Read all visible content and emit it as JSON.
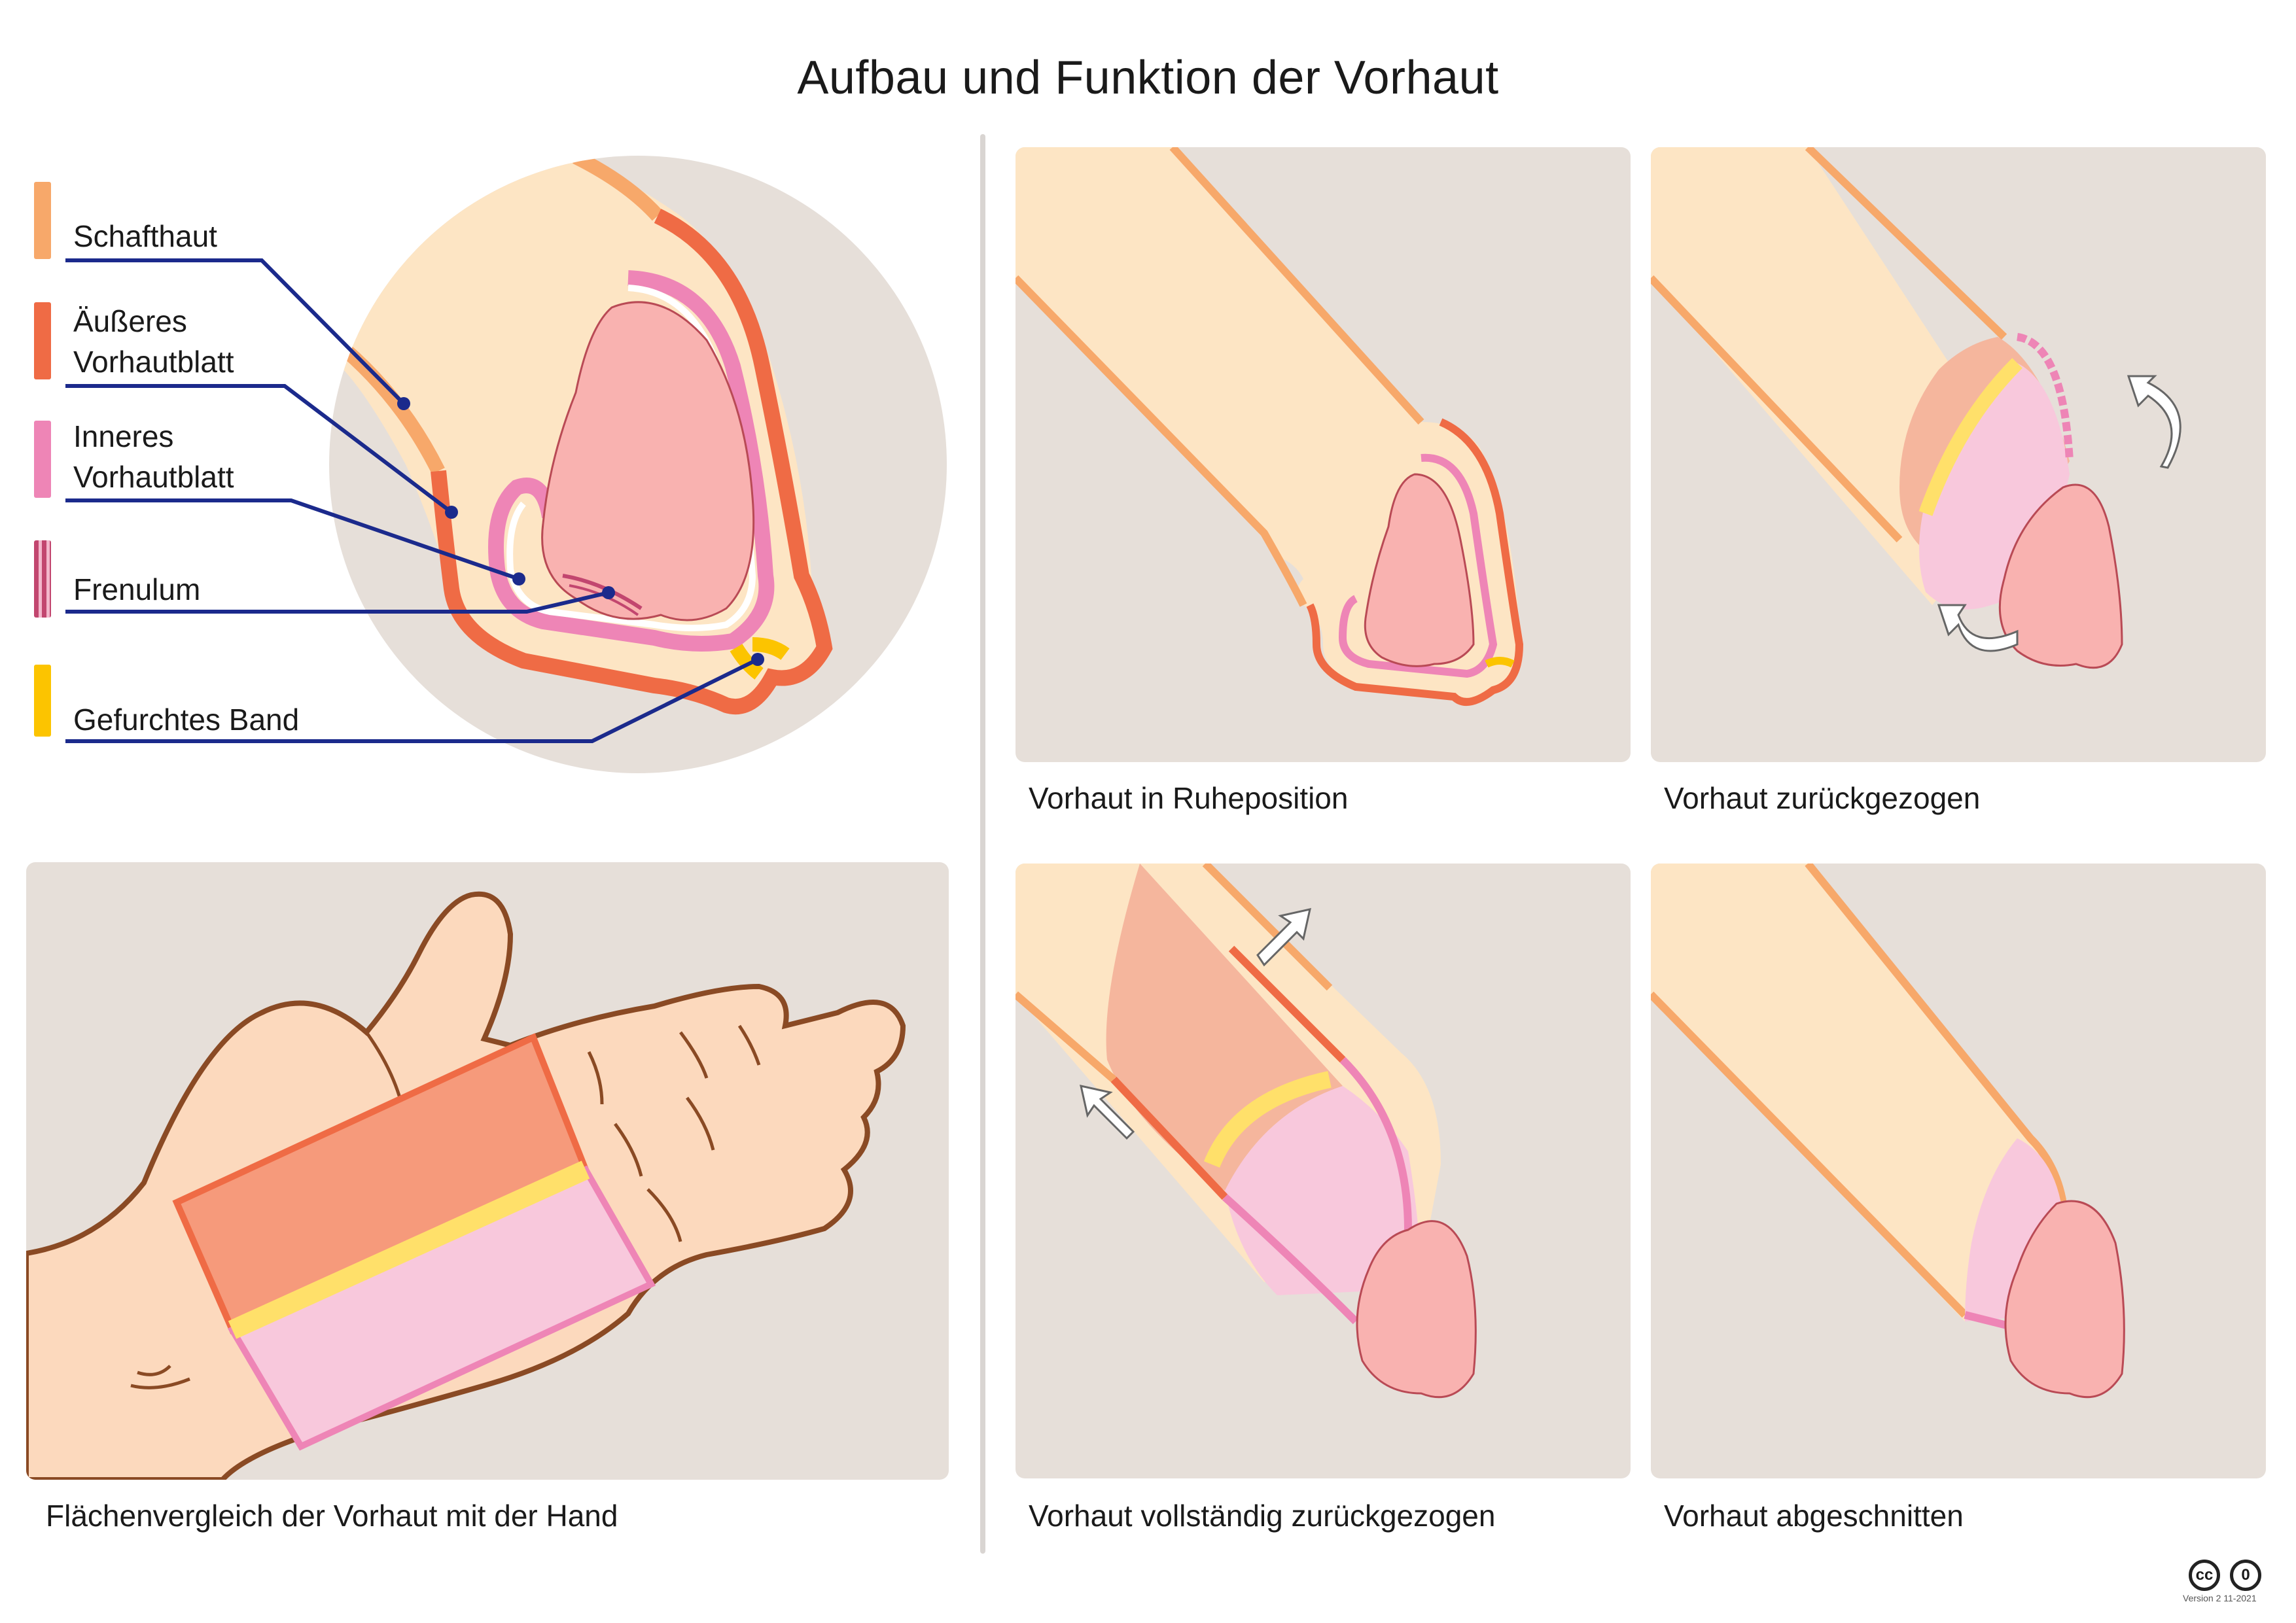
{
  "title": "Aufbau und Funktion der Vorhaut",
  "legend": [
    {
      "label": "Schafthaut",
      "color": "#f7a86a"
    },
    {
      "label": "Äußeres\nVorhautblatt",
      "color": "#ef6b45"
    },
    {
      "label": "Inneres\nVorhautblatt",
      "color": "#ee85b6"
    },
    {
      "label": "Frenulum",
      "color": "#c2466f"
    },
    {
      "label": "Gefurchtes Band",
      "color": "#fcc400"
    }
  ],
  "panels": {
    "hand": {
      "caption": "Flächenvergleich der Vorhaut mit der Hand"
    },
    "rest": {
      "caption": "Vorhaut in Ruheposition"
    },
    "retracted": {
      "caption": "Vorhaut zurückgezogen"
    },
    "full": {
      "caption": "Vorhaut vollständig zurückgezogen"
    },
    "cut": {
      "caption": "Vorhaut abgeschnitten"
    }
  },
  "colors": {
    "panel_bg": "#e6dfd9",
    "skin": "#fde5c4",
    "shaft_line": "#f7a86a",
    "outer": "#ef6b45",
    "inner": "#ee85b6",
    "glans": "#f9b2b0",
    "band": "#ffe06a",
    "line": "#1b2a8c",
    "hand_skin": "#fcd9bd",
    "hand_line": "#8a4a24"
  },
  "footer": {
    "version": "Version 2 11-2021",
    "cc_label": "cc",
    "zero_label": "0"
  }
}
